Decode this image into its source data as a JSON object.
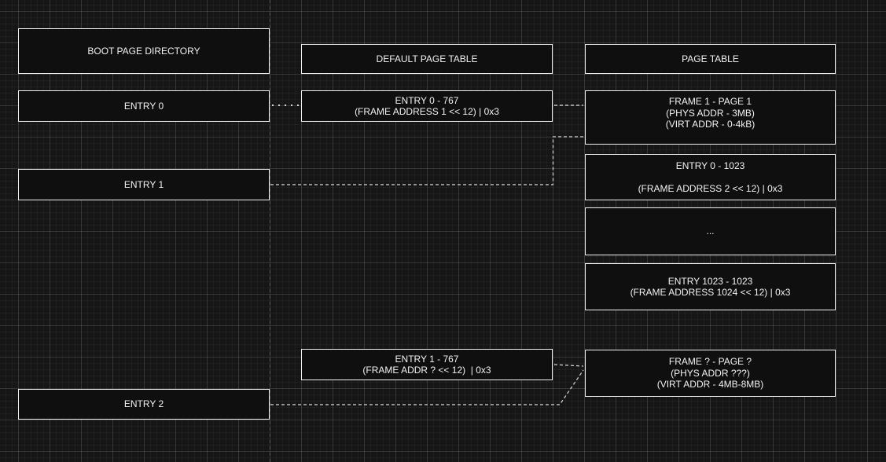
{
  "diagram": {
    "colors": {
      "background": "#161616",
      "grid_major": "#2f2f2f",
      "box_fill": "#0f0f0f",
      "box_border": "#f2f2f2",
      "text": "#f2f2f2",
      "connector": "#d9d9d9",
      "page_guide": "#4a4a4a"
    },
    "boot_page_directory": {
      "title": "BOOT PAGE DIRECTORY",
      "entry0": "ENTRY 0",
      "entry1": "ENTRY 1",
      "entry2": "ENTRY 2"
    },
    "default_page_table": {
      "title": "DEFAULT PAGE TABLE",
      "entry0_767": {
        "line1": "ENTRY 0 - 767",
        "line2": "(FRAME ADDRESS 1 << 12) | 0x3"
      },
      "entry1_767": {
        "line1": "ENTRY 1 - 767",
        "line2": "(FRAME ADDR ? << 12)  | 0x3"
      }
    },
    "page_table": {
      "title": "PAGE TABLE",
      "frame1": {
        "line1": "FRAME 1 - PAGE 1",
        "line2": "(PHYS ADDR - 3MB)",
        "line3": "(VIRT ADDR - 0-4kB)"
      },
      "entry0_1023": {
        "line1": "ENTRY 0 - 1023",
        "line2": "(FRAME ADDRESS 2 << 12) | 0x3"
      },
      "ellipsis": "...",
      "entry1023_1023": {
        "line1": "ENTRY 1023 - 1023",
        "line2": "(FRAME ADDRESS 1024 << 12) | 0x3"
      },
      "frame_unknown": {
        "line1": "FRAME ? - PAGE ?",
        "line2": "(PHYS ADDR ???)",
        "line3": "(VIRT ADDR - 4MB-8MB)"
      }
    },
    "connectors": [
      {
        "from": "boot-entry-0",
        "to": "dpt-entry-0-767",
        "style": "dotted"
      },
      {
        "from": "dpt-entry-0-767",
        "to": "pt-frame-1",
        "style": "dashed"
      },
      {
        "from": "boot-entry-1",
        "to": "pt-frame-1",
        "style": "dashed"
      },
      {
        "from": "dpt-entry-1-767",
        "to": "pt-frame-unknown",
        "style": "dashed"
      },
      {
        "from": "boot-entry-2",
        "to": "pt-frame-unknown",
        "style": "dashed"
      }
    ]
  }
}
